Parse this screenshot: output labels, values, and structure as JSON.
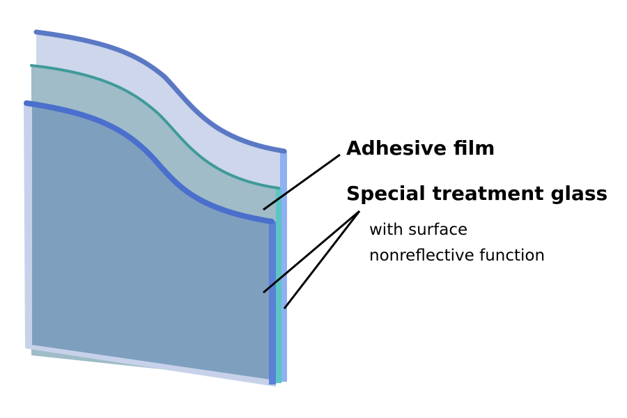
{
  "labels": {
    "adhesive_film": "Adhesive film",
    "special_glass": "Special treatment glass",
    "special_glass_note_line1": "with surface",
    "special_glass_note_line2": "nonreflective function"
  },
  "colors": {
    "back_glass_face": "#cdd6ea",
    "back_glass_edge": "#5a78c4",
    "back_glass_side": "#8fb1f2",
    "film_face": "#9fbcc8",
    "film_edge": "#3f9a9a",
    "film_side": "#5cc5c5",
    "front_glass_face": "#7f9fbf",
    "front_glass_edge": "#4a6fcc",
    "front_glass_side": "#5a80d8",
    "frame_light": "#c7d2ea",
    "leader_line": "#000000"
  }
}
